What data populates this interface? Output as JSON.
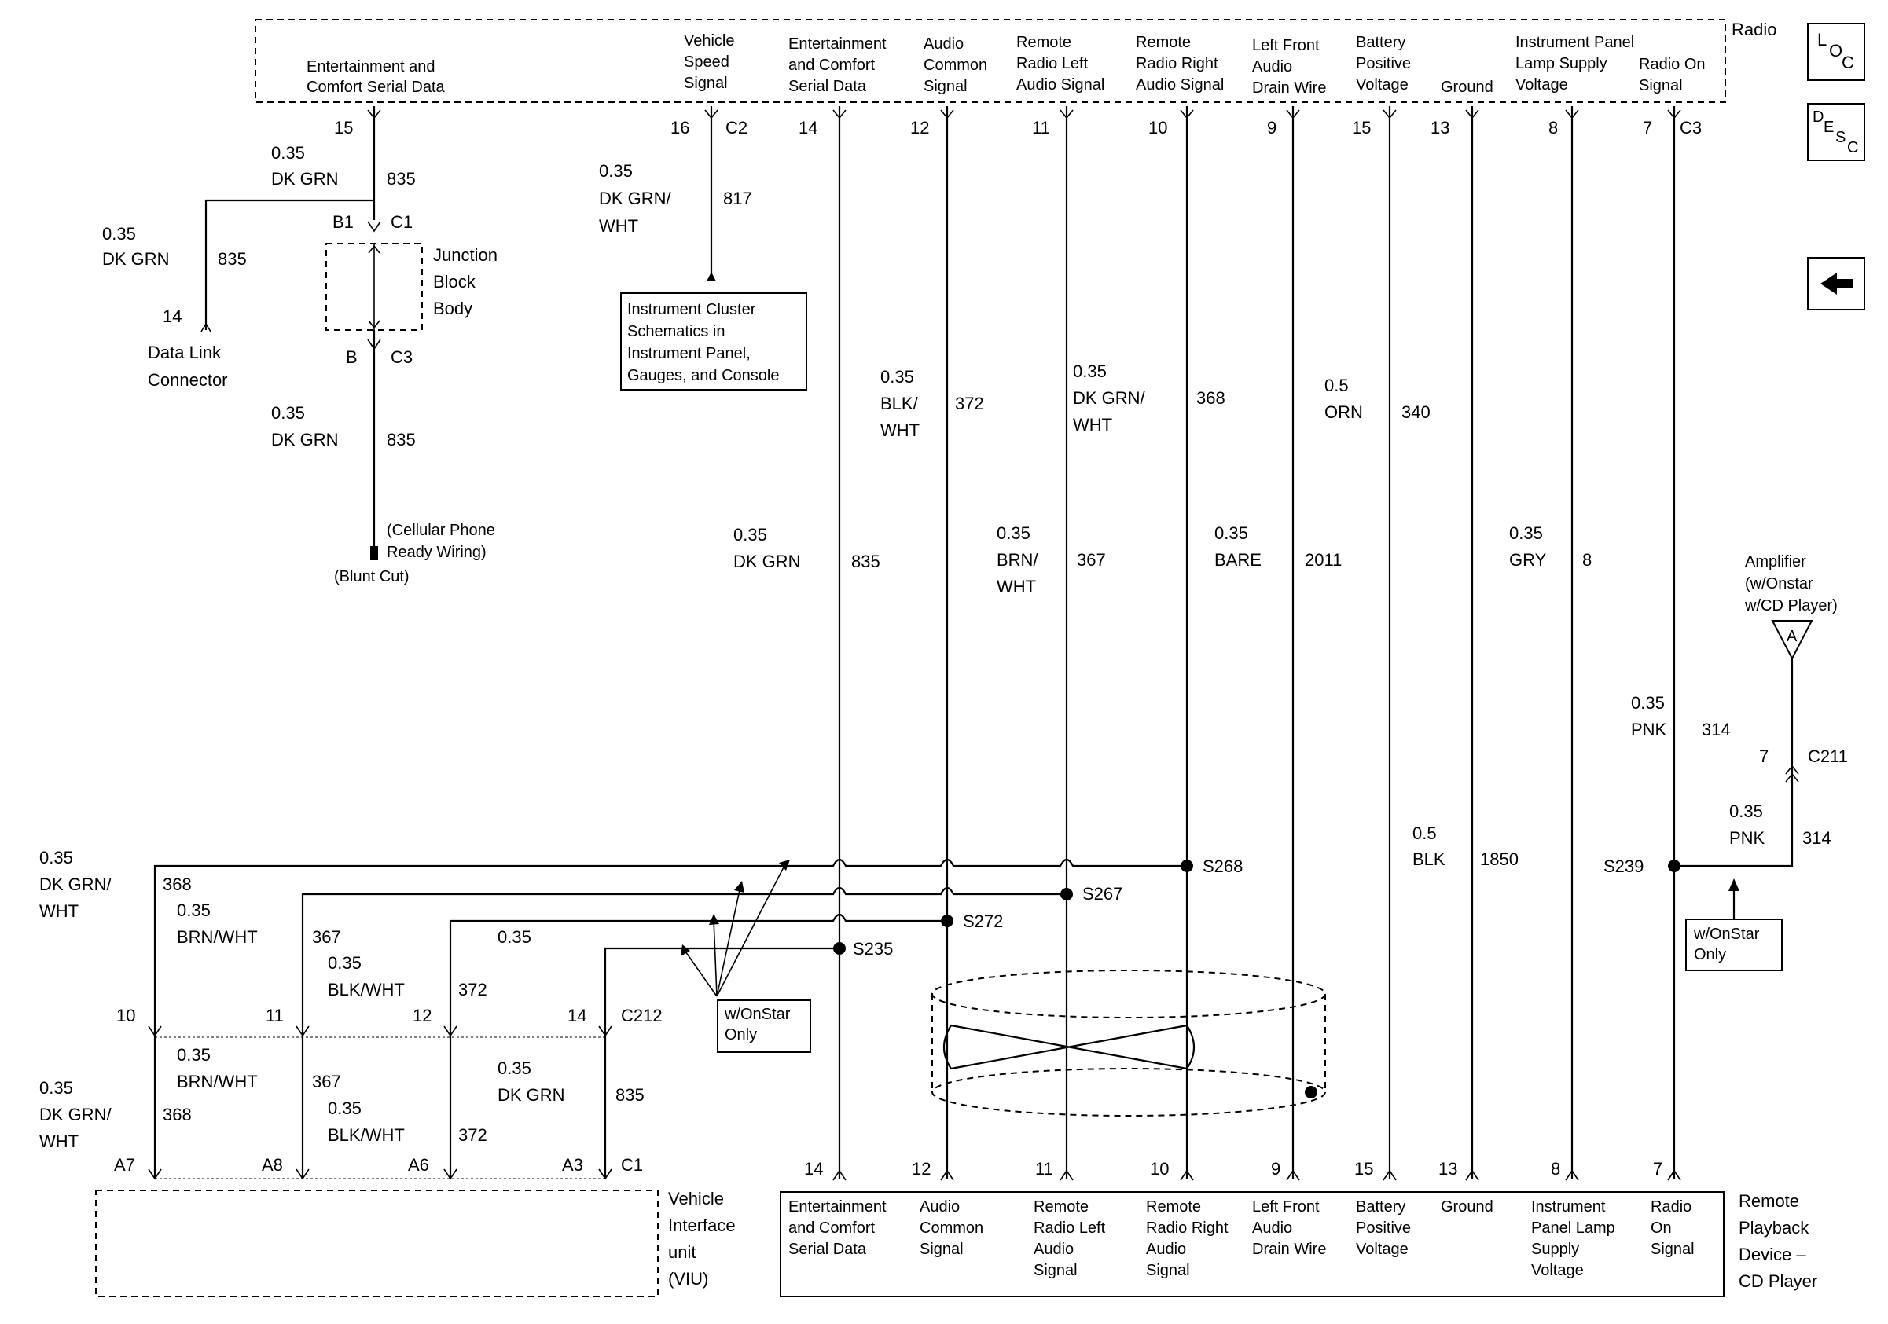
{
  "radio": {
    "name": "Radio",
    "connector_c2": "C2",
    "connector_c3": "C3",
    "pins": [
      {
        "label": "Entertainment and\nComfort Serial Data",
        "pin": "15"
      },
      {
        "label": "Vehicle\nSpeed\nSignal",
        "pin": "16"
      },
      {
        "label": "Entertainment\nand Comfort\nSerial Data",
        "pin": "14"
      },
      {
        "label": "Audio\nCommon\nSignal",
        "pin": "12"
      },
      {
        "label": "Remote\nRadio Left\nAudio Signal",
        "pin": "11"
      },
      {
        "label": "Remote\nRadio Right\nAudio Signal",
        "pin": "10"
      },
      {
        "label": "Left Front\nAudio\nDrain Wire",
        "pin": "9"
      },
      {
        "label": "Battery\nPositive\nVoltage",
        "pin": "15"
      },
      {
        "label": "Ground",
        "pin": "13"
      },
      {
        "label": "Instrument Panel\nLamp Supply\nVoltage",
        "pin": "8"
      },
      {
        "label": "Radio On\nSignal",
        "pin": "7"
      }
    ]
  },
  "nav": {
    "loc_l": "L",
    "loc_o": "O",
    "loc_c": "C",
    "desc_d": "D",
    "desc_e": "E",
    "desc_s": "S",
    "desc_c": "C",
    "back": "⬅"
  },
  "junction_block": {
    "label": "Junction\nBlock\nBody",
    "top_pin": "B1",
    "top_conn": "C1",
    "bottom_pin": "B",
    "bottom_conn": "C3"
  },
  "dlc": {
    "pin": "14",
    "label": "Data Link\nConnector"
  },
  "cell_phone": {
    "label": "(Cellular Phone\nReady Wiring)",
    "blunt": "(Blunt Cut)"
  },
  "cluster_box": {
    "label": "Instrument Cluster\nSchematics in\nInstrument Panel,\nGauges, and Console"
  },
  "wires": {
    "w835_top": {
      "gauge": "0.35",
      "color": "DK GRN",
      "circuit": "835"
    },
    "w835_dlc": {
      "gauge": "0.35",
      "color": "DK GRN",
      "circuit": "835"
    },
    "w835_cell": {
      "gauge": "0.35",
      "color": "DK GRN",
      "circuit": "835"
    },
    "w817": {
      "gauge": "0.35",
      "color": "DK GRN/\nWHT",
      "circuit": "817"
    },
    "w835_main": {
      "gauge": "0.35",
      "color": "DK GRN",
      "circuit": "835"
    },
    "w372": {
      "gauge": "0.35",
      "color": "BLK/\nWHT",
      "circuit": "372"
    },
    "w367": {
      "gauge": "0.35",
      "color": "BRN/\nWHT",
      "circuit": "367"
    },
    "w368": {
      "gauge": "0.35",
      "color": "DK GRN/\nWHT",
      "circuit": "368"
    },
    "w2011": {
      "gauge": "0.35",
      "color": "BARE",
      "circuit": "2011"
    },
    "w340": {
      "gauge": "0.5",
      "color": "ORN",
      "circuit": "340"
    },
    "w1850": {
      "gauge": "0.5",
      "color": "BLK",
      "circuit": "1850"
    },
    "w8": {
      "gauge": "0.35",
      "color": "GRY",
      "circuit": "8"
    },
    "w314_top": {
      "gauge": "0.35",
      "color": "PNK",
      "circuit": "314"
    },
    "w314_bot": {
      "gauge": "0.35",
      "color": "PNK",
      "circuit": "314"
    },
    "v368_top": {
      "gauge": "0.35",
      "color": "DK GRN/\nWHT",
      "circuit": "368"
    },
    "v367_top": {
      "gauge": "0.35",
      "color": "BRN/WHT",
      "circuit": "367"
    },
    "v372_top": {
      "gauge": "0.35",
      "color": "BLK/WHT",
      "circuit": "372"
    },
    "v835_top": {
      "gauge": "0.35",
      "color": "",
      "circuit": ""
    },
    "v368_bot": {
      "gauge": "0.35",
      "color": "DK GRN/\nWHT",
      "circuit": "368"
    },
    "v367_bot": {
      "gauge": "0.35",
      "color": "BRN/WHT",
      "circuit": "367"
    },
    "v372_bot": {
      "gauge": "0.35",
      "color": "BLK/WHT",
      "circuit": "372"
    },
    "v835_bot": {
      "gauge": "0.35",
      "color": "DK GRN",
      "circuit": "835"
    }
  },
  "splices": {
    "s268": "S268",
    "s267": "S267",
    "s272": "S272",
    "s235": "S235",
    "s239": "S239"
  },
  "amplifier": {
    "label": "Amplifier\n(w/Onstar\nw/CD Player)",
    "tri": "A",
    "pin": "7",
    "conn": "C211"
  },
  "onstar_note1": "w/OnStar\nOnly",
  "onstar_note2": "w/OnStar\nOnly",
  "viu": {
    "label": "Vehicle\nInterface\nunit\n(VIU)",
    "c212": "C212",
    "c212_pins": [
      "10",
      "11",
      "12",
      "14"
    ],
    "c1": "C1",
    "c1_pins": [
      "A7",
      "A8",
      "A6",
      "A3"
    ]
  },
  "cd": {
    "label": "Remote\nPlayback\nDevice –\nCD Player",
    "pins": [
      {
        "pin": "14",
        "label": "Entertainment\nand Comfort\nSerial Data"
      },
      {
        "pin": "12",
        "label": "Audio\nCommon\nSignal"
      },
      {
        "pin": "11",
        "label": "Remote\nRadio Left\nAudio\nSignal"
      },
      {
        "pin": "10",
        "label": "Remote\nRadio Right\nAudio\nSignal"
      },
      {
        "pin": "9",
        "label": "Left Front\nAudio\nDrain Wire"
      },
      {
        "pin": "15",
        "label": "Battery\nPositive\nVoltage"
      },
      {
        "pin": "13",
        "label": "Ground"
      },
      {
        "pin": "8",
        "label": "Instrument\nPanel Lamp\nSupply\nVoltage"
      },
      {
        "pin": "7",
        "label": "Radio\nOn\nSignal"
      }
    ]
  }
}
